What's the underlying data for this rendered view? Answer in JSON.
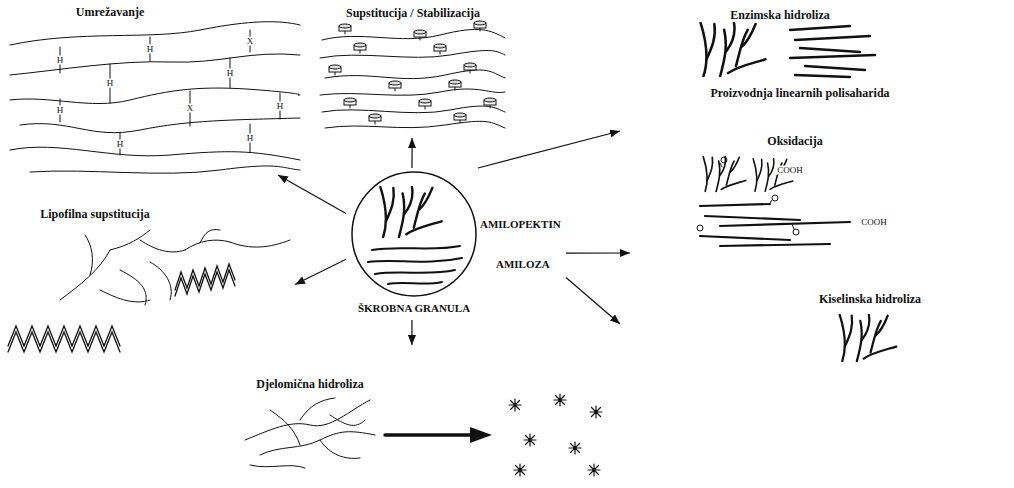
{
  "diagram": {
    "nodes": [
      {
        "text": [
          "Umrežavanje"
        ]
      },
      {
        "text": [
          "Supstitucija / Stabilizacija"
        ]
      },
      {
        "text": [
          "Enzimska hidroliza",
          "Proizvodnja linearnih polisaharida"
        ]
      },
      {
        "text": [
          "AMILOPEKTIN",
          "AMILOZA",
          "ŠKROBNA GRANULA"
        ]
      },
      {
        "text": [
          "Oksidacija"
        ]
      },
      {
        "text": [
          "Lipofilna supstitucija"
        ]
      },
      {
        "text": [
          "Kiselinska hidroliza"
        ]
      },
      {
        "text": [
          "Djelomična hidroliza"
        ]
      }
    ],
    "edges": [
      {
        "from": 3,
        "to": 0,
        "arrow": "to"
      },
      {
        "from": 3,
        "to": 1,
        "arrow": "to"
      },
      {
        "from": 3,
        "to": 2,
        "arrow": "to"
      },
      {
        "from": 3,
        "to": 4,
        "arrow": "to"
      },
      {
        "from": 3,
        "to": 5,
        "arrow": "to"
      },
      {
        "from": 3,
        "to": 6,
        "arrow": "to"
      },
      {
        "from": 3,
        "to": 7,
        "arrow": "to"
      }
    ],
    "labels": [
      "H",
      "H",
      "X",
      "H",
      "H",
      "H",
      "X",
      "H",
      "H",
      "H",
      "COOH",
      "COOH"
    ]
  }
}
